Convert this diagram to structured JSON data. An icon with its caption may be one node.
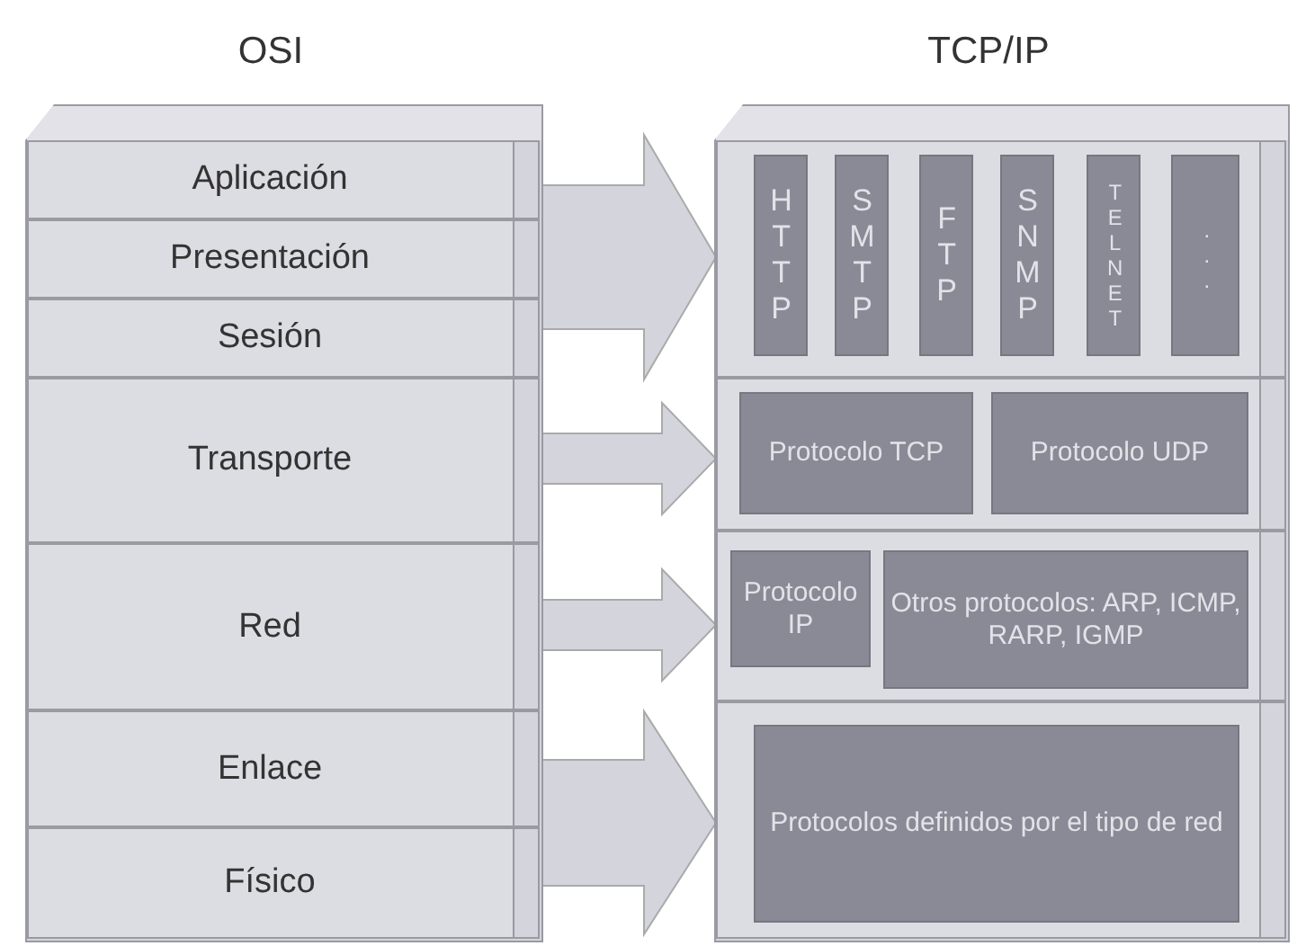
{
  "diagram": {
    "nodes": [
      {
        "text": [
          "OSI"
        ]
      },
      {
        "text": [
          "Aplicación"
        ],
        "in": 0
      },
      {
        "text": [
          "Presentación"
        ],
        "in": 0
      },
      {
        "text": [
          "Sesión"
        ],
        "in": 0
      },
      {
        "text": [
          "Transporte"
        ],
        "in": 0
      },
      {
        "text": [
          "Red"
        ],
        "in": 0
      },
      {
        "text": [
          "Enlace"
        ],
        "in": 0
      },
      {
        "text": [
          "Físico"
        ],
        "in": 0
      },
      {
        "text": [
          "TCP/IP"
        ]
      },
      {
        "text": [],
        "shape": "box",
        "in": 8
      },
      {
        "text": [
          "HTTP"
        ],
        "in": 9
      },
      {
        "text": [
          "SMTP"
        ],
        "in": 9
      },
      {
        "text": [
          "FTP"
        ],
        "in": 9
      },
      {
        "text": [
          "SNMP"
        ],
        "in": 9
      },
      {
        "text": [
          "TELNET"
        ],
        "in": 9
      },
      {
        "text": [
          "..."
        ],
        "in": 9
      },
      {
        "text": [],
        "shape": "box",
        "in": 8
      },
      {
        "text": [
          "Protocolo TCP"
        ],
        "in": 16
      },
      {
        "text": [
          "Protocolo UDP"
        ],
        "in": 16
      },
      {
        "text": [],
        "shape": "box",
        "in": 8
      },
      {
        "text": [
          "Protocolo IP"
        ],
        "in": 19
      },
      {
        "text": [
          "Otros protocolos: ARP, ICMP, RARP, IGMP"
        ],
        "in": 19
      },
      {
        "text": [],
        "shape": "box",
        "in": 8
      },
      {
        "text": [
          "Protocolos definidos por el tipo de red"
        ],
        "in": 22
      }
    ],
    "edges": [
      {
        "from": 1,
        "to": 9,
        "arrow": "to"
      },
      {
        "from": 2,
        "to": 9,
        "arrow": "to"
      },
      {
        "from": 3,
        "to": 9,
        "arrow": "to"
      },
      {
        "from": 4,
        "to": 16,
        "arrow": "to"
      },
      {
        "from": 5,
        "to": 19,
        "arrow": "to"
      },
      {
        "from": 6,
        "to": 22,
        "arrow": "to"
      },
      {
        "from": 7,
        "to": 22,
        "arrow": "to"
      }
    ]
  }
}
